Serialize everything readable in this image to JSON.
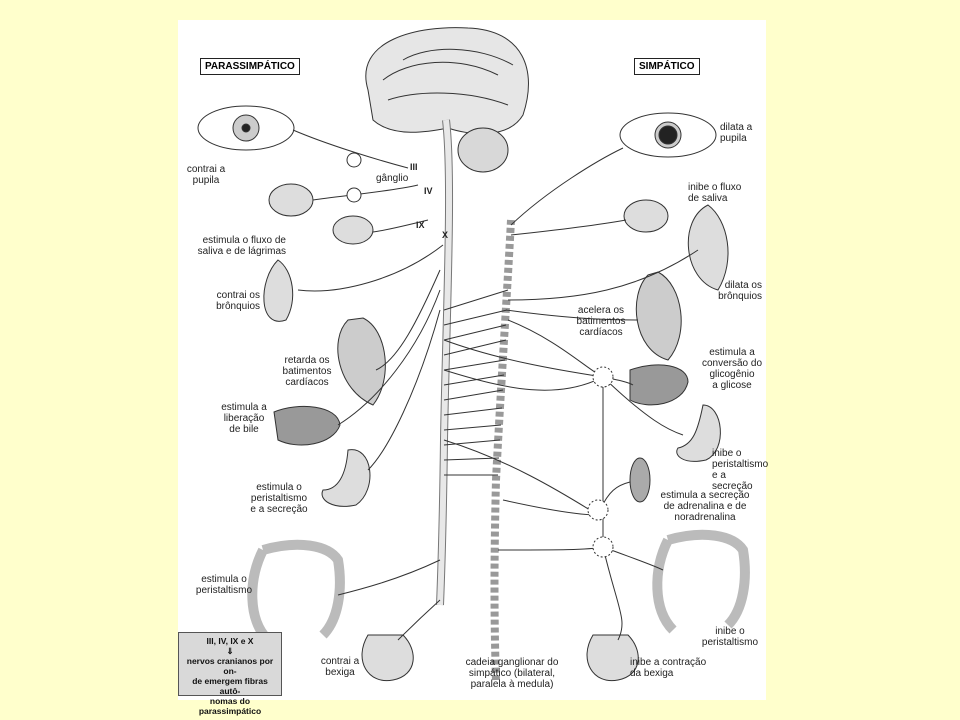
{
  "headers": {
    "parasympathetic": "PARASSIMPÁTICO",
    "sympathetic": "SIMPÁTICO"
  },
  "cranial_nerves": {
    "iii": "III",
    "iv": "IV",
    "ix": "IX",
    "x": "X"
  },
  "ganglio": "gânglio",
  "left_labels": {
    "pupil": "contrai a\npupila",
    "saliva": "estimula o fluxo de\nsaliva e de lágrimas",
    "bronchi": "contrai os\nbrônquios",
    "heart": "retarda os\nbatimentos\ncardíacos",
    "bile": "estimula a\nliberação\nde bile",
    "stomach": "estimula o\nperistaltismo\ne a secreção",
    "intestine": "estimula o\nperistaltismo",
    "bladder": "contrai a\nbexiga"
  },
  "right_labels": {
    "pupil": "dilata a\npupila",
    "saliva": "inibe o fluxo\nde saliva",
    "bronchi": "dilata os\nbrônquios",
    "heart": "acelera os\nbatimentos\ncardíacos",
    "glycogen": "estimula a\nconversão do\nglicogênio\na glicose",
    "stomach": "inibe o\nperistaltismo\ne a secreção",
    "adrenal": "estimula a secreção\nde adrenalina e de\nnoradrenalina",
    "intestine": "inibe o\nperistaltismo",
    "bladder": "inibe a contração\nda bexiga"
  },
  "chain_caption": "cadeia ganglionar do\nsimpático (bilateral,\nparalela à medula)",
  "legend": {
    "line1": "III, IV, IX e X",
    "arrow": "⇓",
    "line2": "nervos cranianos por on-\nde emergem fibras autô-\nnomas do parassimpático"
  },
  "colors": {
    "slide_bg": "#ffffcc",
    "panel_bg": "#ffffff",
    "ink": "#222222",
    "legend_bg": "#d9d9d9"
  }
}
